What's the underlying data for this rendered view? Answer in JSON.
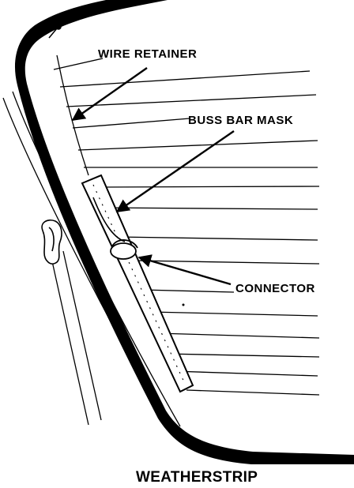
{
  "labels": {
    "wire_retainer": "WIRE RETAINER",
    "buss_bar_mask": "BUSS BAR MASK",
    "connector": "CONNECTOR"
  },
  "caption": "WEATHERSTRIP",
  "colors": {
    "ink": "#000000",
    "paper": "#ffffff"
  }
}
